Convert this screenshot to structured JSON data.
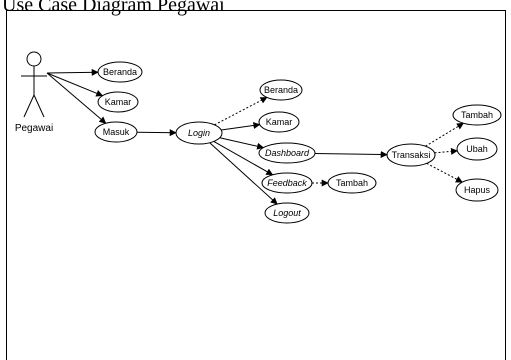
{
  "title": "Use  Case  Diagram Pegawai",
  "actor": {
    "label": "Pegawai"
  },
  "nodes": {
    "beranda1": "Beranda",
    "kamar1": "Kamar",
    "masuk": "Masuk",
    "login": "Login",
    "beranda2": "Beranda",
    "kamar2": "Kamar",
    "dashboard": "Dashboard",
    "feedback": "Feedback",
    "logout": "Logout",
    "tambah_feedback": "Tambah",
    "transaksi": "Transaksi",
    "tambah": "Tambah",
    "ubah": "Ubah",
    "hapus": "Hapus"
  },
  "italic_nodes": [
    "login",
    "dashboard",
    "feedback",
    "logout"
  ],
  "edges": [
    {
      "from": "actor",
      "to": "beranda1",
      "style": "solid"
    },
    {
      "from": "actor",
      "to": "kamar1",
      "style": "solid"
    },
    {
      "from": "actor",
      "to": "masuk",
      "style": "solid"
    },
    {
      "from": "masuk",
      "to": "login",
      "style": "solid"
    },
    {
      "from": "login",
      "to": "beranda2",
      "style": "dashed"
    },
    {
      "from": "login",
      "to": "kamar2",
      "style": "solid"
    },
    {
      "from": "login",
      "to": "dashboard",
      "style": "solid"
    },
    {
      "from": "login",
      "to": "feedback",
      "style": "solid"
    },
    {
      "from": "login",
      "to": "logout",
      "style": "solid"
    },
    {
      "from": "feedback",
      "to": "tambah_feedback",
      "style": "dashed"
    },
    {
      "from": "dashboard",
      "to": "transaksi",
      "style": "solid"
    },
    {
      "from": "transaksi",
      "to": "tambah",
      "style": "dashed"
    },
    {
      "from": "transaksi",
      "to": "ubah",
      "style": "dashed"
    },
    {
      "from": "transaksi",
      "to": "hapus",
      "style": "dashed"
    }
  ]
}
